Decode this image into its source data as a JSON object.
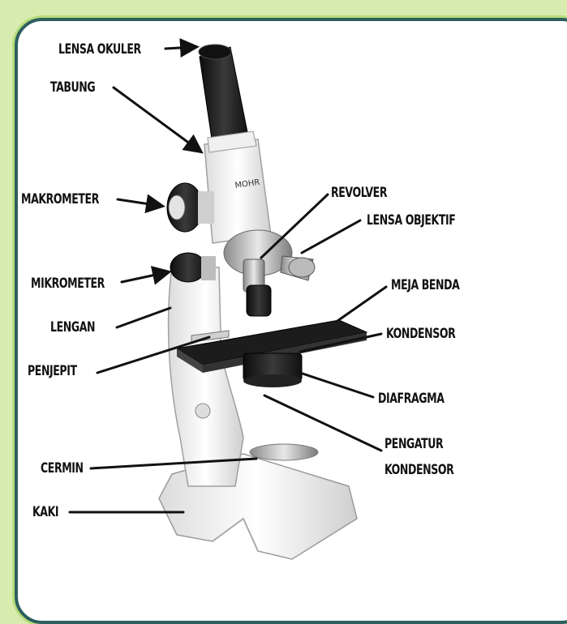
{
  "colors": {
    "background": "#d8ecb0",
    "border": "#2d5f5f",
    "card": "#ffffff",
    "label": "#111111",
    "microscope_body": "#f2f2f2",
    "dark_part": "#1c1c1c"
  },
  "labels": {
    "lensa_okuler": "LENSA OKULER",
    "tabung": "TABUNG",
    "makrometer": "MAKROMETER",
    "revolver": "REVOLVER",
    "lensa_objektif": "LENSA OBJEKTIF",
    "mikrometer": "MIKROMETER",
    "meja_benda": "MEJA BENDA",
    "lengan": "LENGAN",
    "kondensor": "KONDENSOR",
    "penjepit": "PENJEPIT",
    "diafragma": "DIAFRAGMA",
    "pengatur_kondensor_1": "PENGATUR",
    "pengatur_kondensor_2": "KONDENSOR",
    "cermin": "CERMIN",
    "kaki": "KAKI"
  }
}
